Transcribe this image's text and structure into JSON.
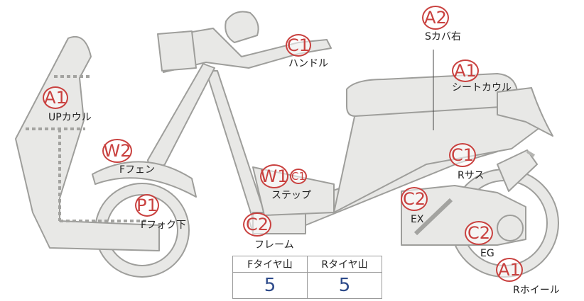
{
  "labels": {
    "s_cover_right": "Sカバ右",
    "handle": "ハンドル",
    "seat_cowl": "シートカウル",
    "up_cowl": "UPカウル",
    "f_fender": "Fフェン",
    "step": "ステップ",
    "r_sus": "Rサス",
    "ex": "EX",
    "f_fork_lower": "Fフォク下",
    "frame": "フレーム",
    "eg": "EG",
    "r_wheel": "Rホイール"
  },
  "codes": {
    "s_cover_right": "A2",
    "handle": "C1",
    "seat_cowl": "A1",
    "up_cowl": "A1",
    "f_fender": "W2",
    "step_main": "W1",
    "step_sub": "C1",
    "r_sus": "C1",
    "ex": "C2",
    "f_fork_lower": "P1",
    "frame": "C2",
    "eg": "C2",
    "r_wheel": "A1"
  },
  "colors": {
    "code_ring": "#c9413f",
    "part_fill": "#e8e8e6",
    "part_stroke": "#9e9e9b",
    "table_value": "#2d4a8a"
  },
  "tire_table": {
    "headers": [
      "Fタイヤ山",
      "Rタイヤ山"
    ],
    "values": [
      "5",
      "5"
    ]
  }
}
